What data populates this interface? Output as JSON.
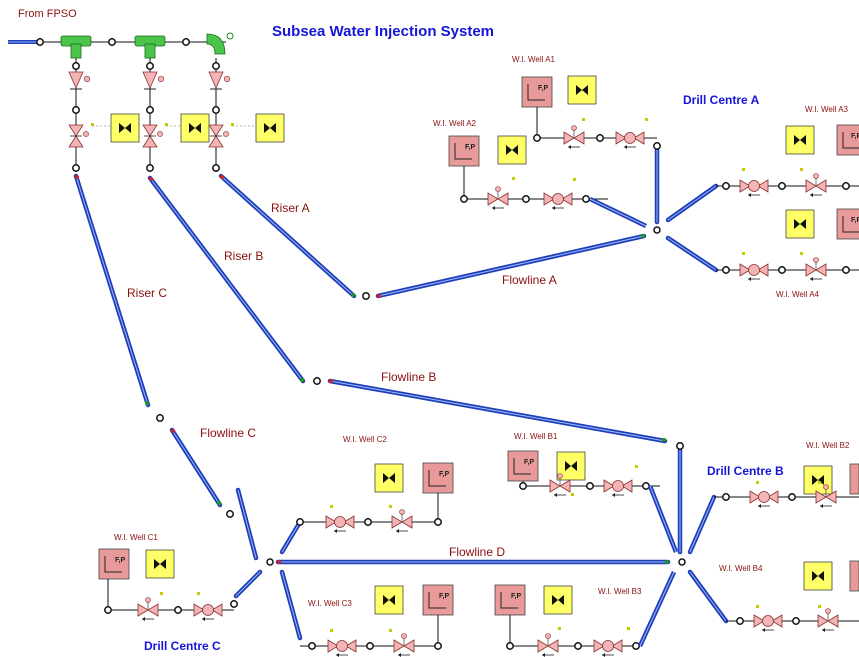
{
  "title": "Subsea Water Injection System",
  "source_label": "From FPSO",
  "drill_centres": {
    "a": "Drill Centre A",
    "b": "Drill Centre B",
    "c": "Drill Centre C"
  },
  "risers": {
    "a": "Riser A",
    "b": "Riser B",
    "c": "Riser C"
  },
  "flowlines": {
    "a": "Flowline A",
    "b": "Flowline B",
    "c": "Flowline C",
    "d": "Flowline D"
  },
  "wells": {
    "a1": "W.I. Well A1",
    "a2": "W.I. Well A2",
    "a3": "W.I. Well A3",
    "a4": "W.I. Well A4",
    "b1": "W.I. Well B1",
    "b2": "W.I. Well B2",
    "b3": "W.I. Well B3",
    "b4": "W.I. Well B4",
    "c1": "W.I. Well C1",
    "c2": "W.I. Well C2",
    "c3": "W.I. Well C3"
  },
  "fp_label": "F,P",
  "colors": {
    "pipe": "#1e3fb8",
    "title": "#1515d8",
    "label": "#8b1010",
    "control_box": "#ffff66",
    "fp_box": "#e89a9a",
    "valve": "#f0b0b0",
    "tee": "#3cb83c"
  }
}
